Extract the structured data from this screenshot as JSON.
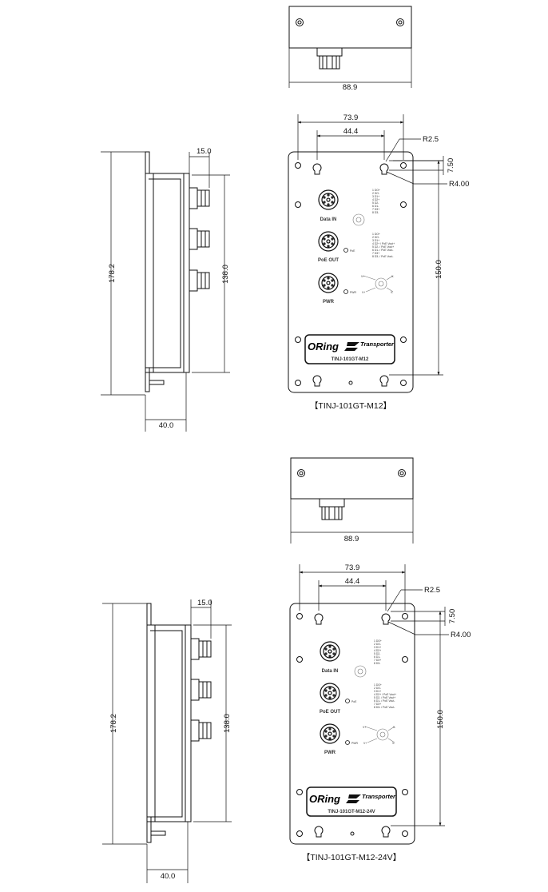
{
  "drawings": [
    {
      "top_view": {
        "width_label": "88.9"
      },
      "front_view": {
        "dim_73_9": "73.9",
        "dim_44_4": "44.4",
        "radius_small": "R2.5",
        "radius_large": "R4.00",
        "dim_7_50": "7.50",
        "dim_150_0": "150.0",
        "port_data_in": "Data IN",
        "port_poe_out": "PoE OUT",
        "port_pwr": "PWR",
        "led_poe": "PoE",
        "led_pwr": "PWR",
        "brand_logo": "ORing",
        "brand_product": "Transporter",
        "model_label": "TINJ-101GT-M12"
      },
      "side_view": {
        "dim_15_0": "15.0",
        "dim_178_2": "178.2",
        "dim_138_0": "138.0",
        "dim_40_0": "40.0"
      },
      "caption": "【TINJ-101GT-M12】"
    },
    {
      "top_view": {
        "width_label": "88.9"
      },
      "front_view": {
        "dim_73_9": "73.9",
        "dim_44_4": "44.4",
        "radius_small": "R2.5",
        "radius_large": "R4.00",
        "dim_7_50": "7.50",
        "dim_150_0": "150.0",
        "port_data_in": "Data IN",
        "port_poe_out": "PoE OUT",
        "port_pwr": "PWR",
        "led_poe": "PoE",
        "led_pwr": "PWR",
        "brand_logo": "ORing",
        "brand_product": "Transporter",
        "model_label": "TINJ-101GT-M12-24V"
      },
      "side_view": {
        "dim_15_0": "15.0",
        "dim_178_2": "178.2",
        "dim_138_0": "138.0",
        "dim_40_0": "40.0"
      },
      "caption": "【TINJ-101GT-M12-24V】"
    }
  ]
}
